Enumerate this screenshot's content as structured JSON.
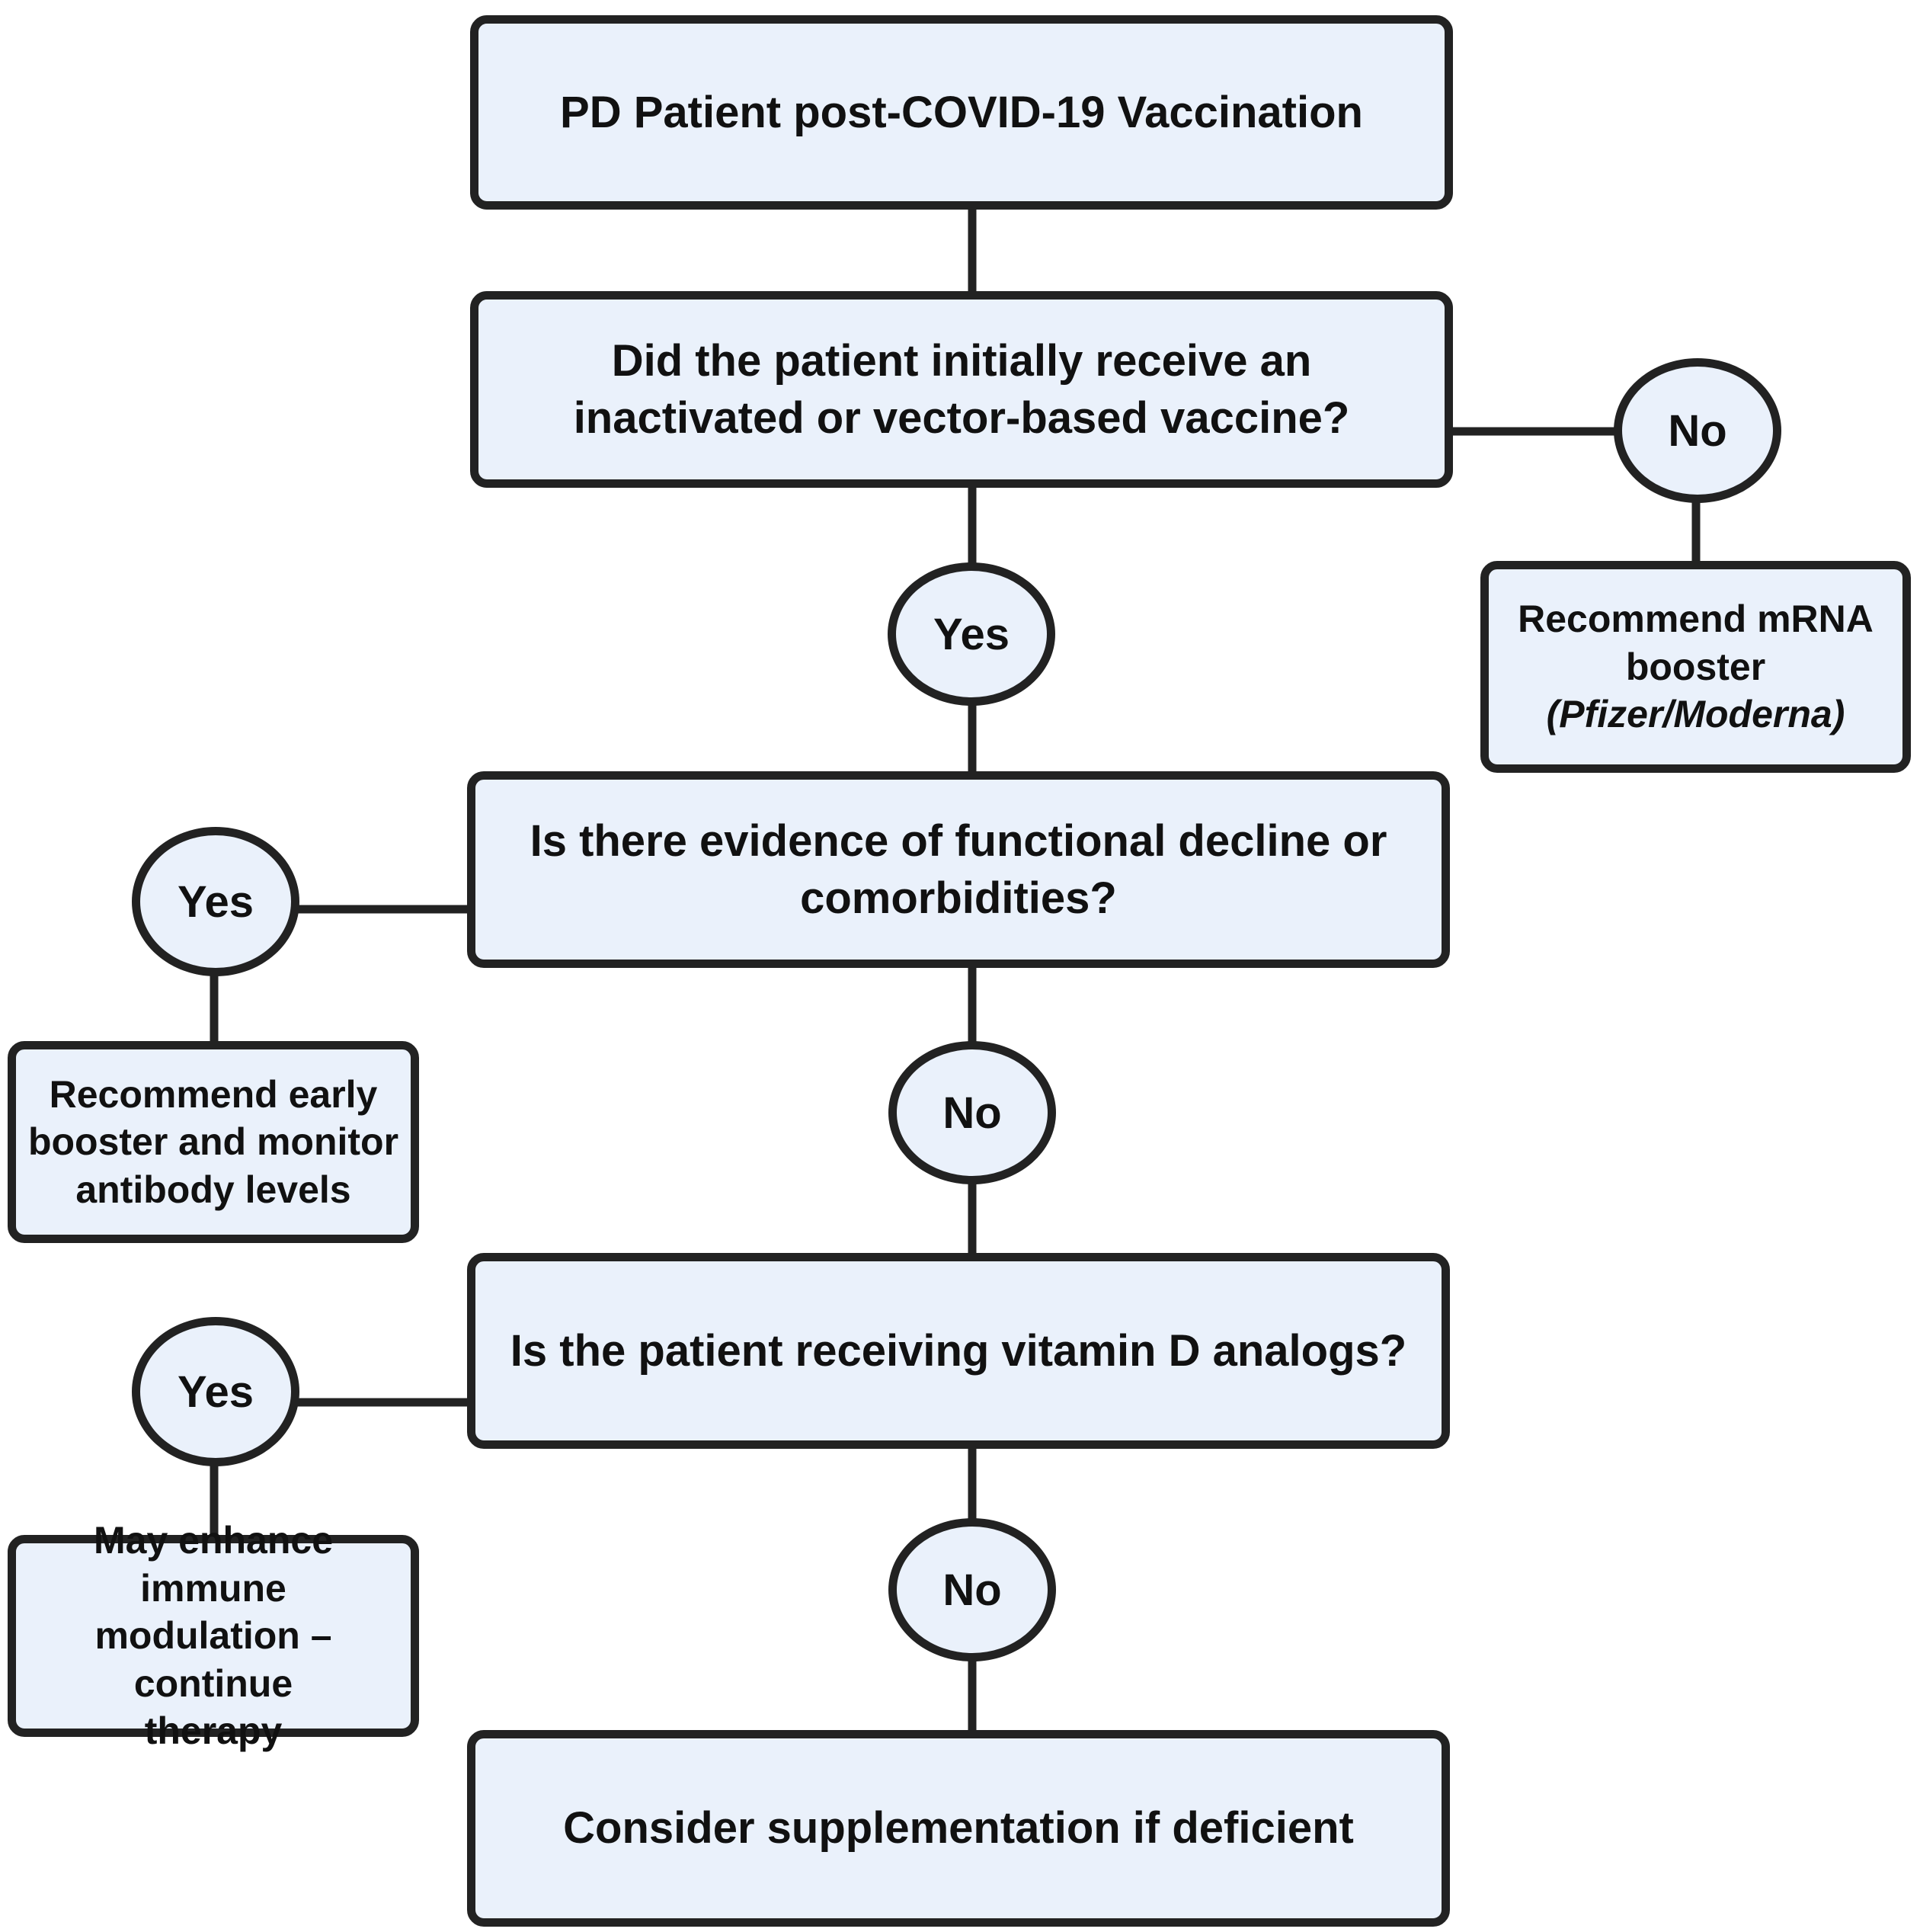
{
  "colors": {
    "box_fill": "#eaf1fb",
    "stroke": "#222222",
    "text": "#111111"
  },
  "boxes": {
    "start": "PD Patient post-COVID-19 Vaccination",
    "q1": {
      "line1": "Did the patient initially receive an",
      "line2": "inactivated or vector-based vaccine?"
    },
    "q2": {
      "line1": "Is there evidence of functional decline or",
      "line2": "comorbidities?"
    },
    "q3": "Is the patient receiving vitamin D analogs?",
    "end": "Consider supplementation if deficient",
    "mrna": {
      "line1": "Recommend mRNA",
      "line2": "booster",
      "line3": "(Pfizer/Moderna)"
    },
    "early": {
      "line1": "Recommend early",
      "line2": "booster and monitor",
      "line3": "antibody levels"
    },
    "immune": {
      "line1": "May enhance immune",
      "line2": "modulation – continue",
      "line3": "therapy"
    }
  },
  "decisions": {
    "q1_no": "No",
    "q1_yes": "Yes",
    "q2_yes": "Yes",
    "q2_no": "No",
    "q3_yes": "Yes",
    "q3_no": "No"
  }
}
